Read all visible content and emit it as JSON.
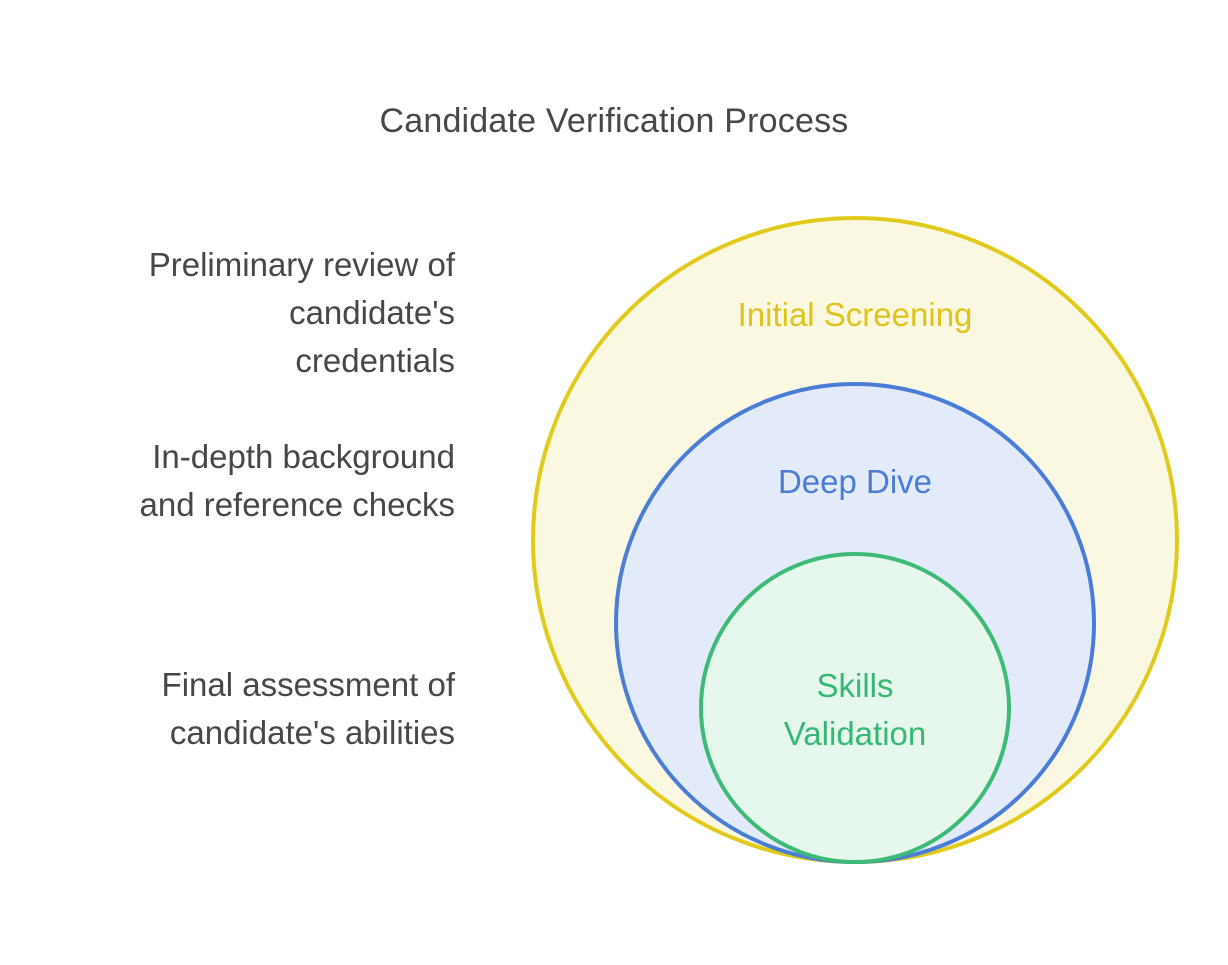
{
  "title": "Candidate Verification Process",
  "diagram": {
    "type": "nested-circles",
    "background": "#FFFFFF",
    "text_color": "#474747",
    "rings": [
      {
        "label": "Initial Screening",
        "description_lines": [
          "Preliminary review of",
          "candidate's",
          "credentials"
        ],
        "stroke_color": "#E2CA1C",
        "fill_color": "#FBF8E1",
        "label_color": "#DFC31A"
      },
      {
        "label": "Deep Dive",
        "description_lines": [
          "In-depth background",
          "and reference checks"
        ],
        "stroke_color": "#4A7DD6",
        "fill_color": "#E3EBFA",
        "label_color": "#4A7CD6"
      },
      {
        "label": "Skills Validation",
        "label_lines": [
          "Skills",
          "Validation"
        ],
        "description_lines": [
          "Final assessment of",
          "candidate's abilities"
        ],
        "stroke_color": "#3DBA75",
        "fill_color": "#E6F7EE",
        "label_color": "#35B873"
      }
    ]
  }
}
